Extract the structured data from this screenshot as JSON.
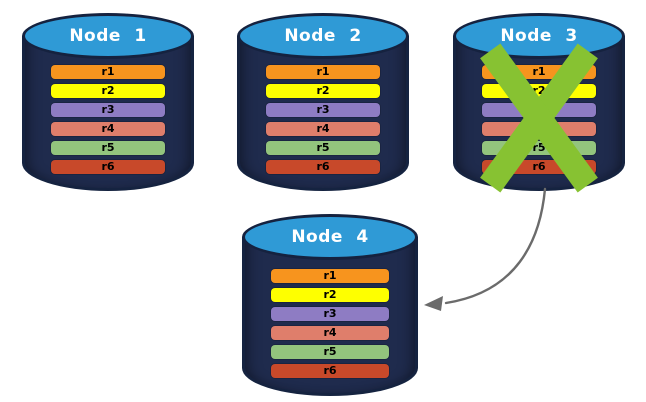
{
  "diagram": {
    "background_color": "#ffffff",
    "nodes": [
      {
        "label": "Node 1",
        "crossed_out": false
      },
      {
        "label": "Node 2",
        "crossed_out": false
      },
      {
        "label": "Node 3",
        "crossed_out": true
      },
      {
        "label": "Node 4",
        "crossed_out": false
      }
    ],
    "replicas": [
      {
        "label": "r1",
        "color": "#F7941E"
      },
      {
        "label": "r2",
        "color": "#FEFF00"
      },
      {
        "label": "r3",
        "color": "#8E7CC3"
      },
      {
        "label": "r4",
        "color": "#DF7E6B"
      },
      {
        "label": "r5",
        "color": "#93C47D"
      },
      {
        "label": "r6",
        "color": "#C8492A"
      }
    ],
    "cylinder": {
      "body_color": "#1F2B4D",
      "top_color": "#2F9AD6",
      "outline_color": "#15223F"
    },
    "failure_mark": {
      "shape": "x",
      "color": "#87C232"
    },
    "arrow": {
      "color": "#6B6B6B",
      "from": "Node 3",
      "to": "Node 4"
    }
  }
}
